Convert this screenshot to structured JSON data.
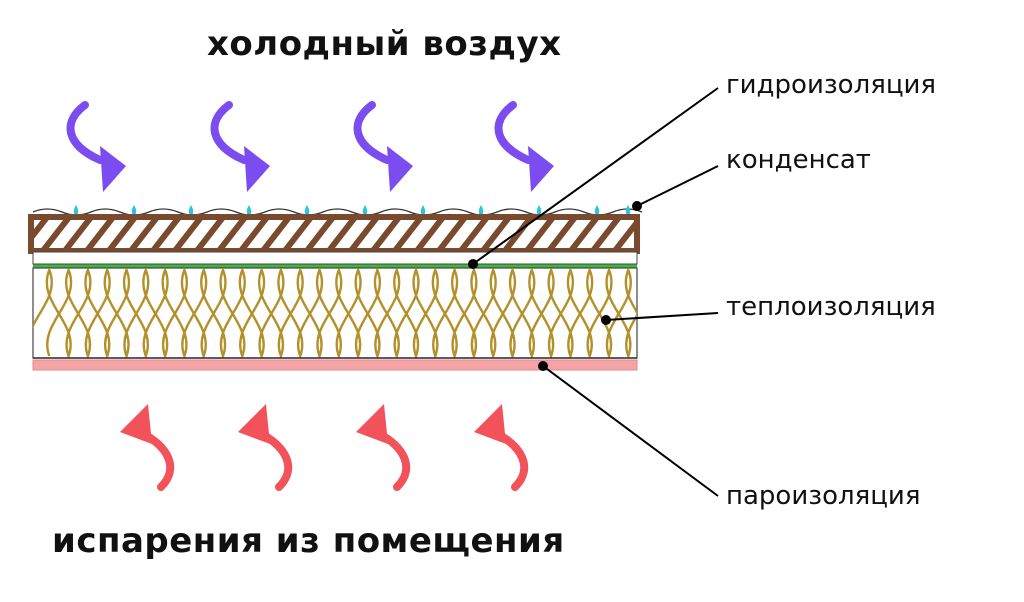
{
  "titles": {
    "top": "холодный воздух",
    "bottom": "испарения из помещения"
  },
  "labels": {
    "waterproofing": "гидроизоляция",
    "condensate": "конденсат",
    "thermal_insulation": "теплоизоляция",
    "vapor_barrier": "пароизоляция"
  },
  "colors": {
    "cold_arrow": "#7b4df0",
    "warm_arrow": "#f2525a",
    "condensate_drop": "#29c4e0",
    "wood_layer": "#7a4a2e",
    "waterproof_line": "#3cb83c",
    "insulation_stroke": "#b3902a",
    "vapor_barrier": "#f4a3a6",
    "leader_line": "#000000"
  },
  "icons": {
    "cold_arrow": "curved-arrow-down-icon",
    "warm_arrow": "curved-arrow-up-icon",
    "drop": "droplet-icon"
  }
}
